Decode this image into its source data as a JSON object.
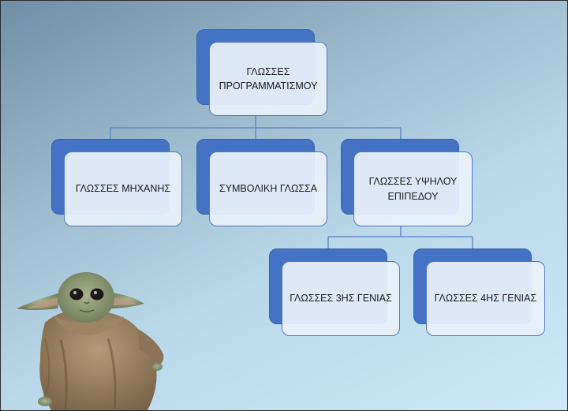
{
  "diagram": {
    "root": "ΓΛΩΣΣΕΣ ΠΡΟΓΡΑΜΜΑΤΙΣΜΟΥ",
    "level1": [
      "ΓΛΩΣΣΕΣ ΜΗΧΑΝΗΣ",
      "ΣΥΜΒΟΛΙΚΗ ΓΛΩΣΣΑ",
      "ΓΛΩΣΣΕΣ ΥΨΗΛΟΥ ΕΠΙΠΕΔΟΥ"
    ],
    "level2": [
      "ΓΛΩΣΣΕΣ 3ΗΣ ΓΕΝΙΑΣ",
      "ΓΛΩΣΣΕΣ 4ΗΣ ΓΕΝΙΑΣ"
    ]
  },
  "colors": {
    "node_back": "#4472c4",
    "node_front": "#eaf1fa",
    "connector": "#5b7fbf"
  },
  "icons": [
    "baby-yoda-image"
  ]
}
